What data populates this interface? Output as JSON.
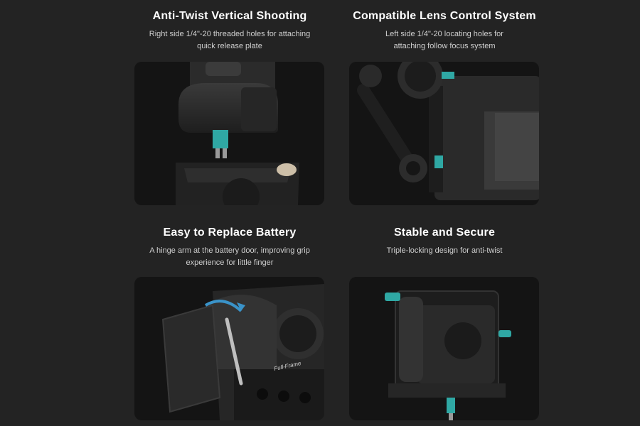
{
  "features": [
    {
      "title": "Anti-Twist Vertical Shooting",
      "desc_line1": "Right side 1/4\"-20 threaded holes for attaching",
      "desc_line2": "quick release plate"
    },
    {
      "title": "Compatible Lens Control System",
      "desc_line1": "Left side 1/4\"-20 locating holes for",
      "desc_line2": "attaching follow focus system"
    },
    {
      "title": "Easy to Replace Battery",
      "desc_line1": "A hinge arm at the battery door, improving grip",
      "desc_line2": "experience for little finger"
    },
    {
      "title": "Stable and Secure",
      "desc_line1": "Triple-locking design for anti-twist",
      "desc_line2": ""
    }
  ],
  "images": {
    "battery_label": "Full-Frame"
  },
  "colors": {
    "background": "#232323",
    "panel": "#141414",
    "accent_teal": "#2fa8a4",
    "accent_blue": "#3a93c9"
  }
}
